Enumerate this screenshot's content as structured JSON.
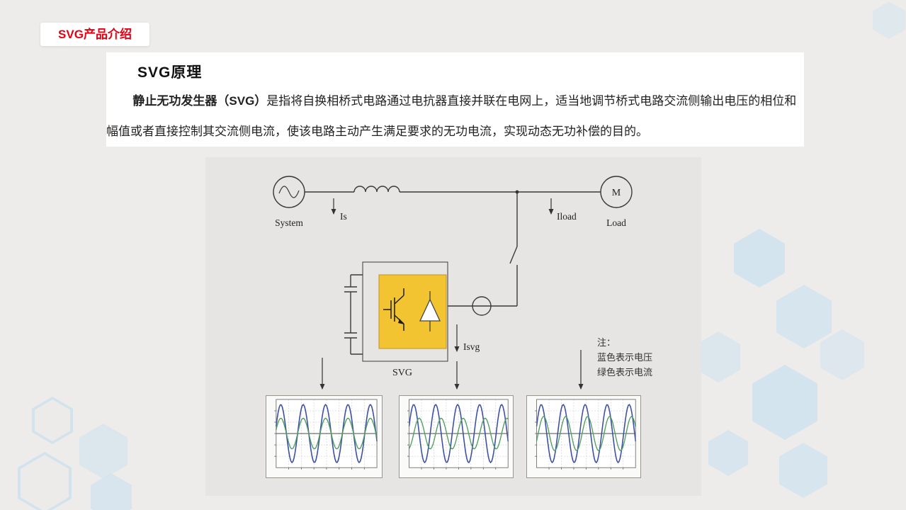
{
  "slide": {
    "corner_tag": "SVG产品介绍",
    "section_title": "SVG原理",
    "body_lead_bold": "静止无功发生器（SVG）",
    "body_rest": "是指将自换相桥式电路通过电抗器直接并联在电网上，适当地调节桥式电路交流侧输出电压的相位和幅值或者直接控制其交流侧电流，使该电路主动产生满足要求的无功电流，实现动态无功补偿的目的。"
  },
  "diagram": {
    "source_label": "System",
    "load_label": "Load",
    "load_motor_letter": "M",
    "converter_label": "SVG",
    "current_source": "Is",
    "current_load": "Iload",
    "current_svg": "Isvg",
    "note_title": "注：",
    "note_blue": "蓝色表示电压",
    "note_green": "绿色表示电流"
  },
  "theme": {
    "accent_red": "#e60012",
    "page_bg": "#edecea",
    "diagram_bg": "#e7e5e3",
    "svg_box_fill": "#f3c431",
    "svg_box_border": "#bf9522",
    "voltage_blue": "#3b4ea3",
    "current_green": "#4f9e60",
    "hex_blue": "#cfe3ef",
    "wire_color": "#3a3a3a"
  },
  "chart_data": [
    {
      "type": "line",
      "name": "Is",
      "cycles": 4.5,
      "grid": true,
      "series": [
        {
          "name": "电压",
          "color": "#3b4ea3",
          "amplitude": 0.85,
          "phase_deg": 15
        },
        {
          "name": "电流",
          "color": "#4f9e60",
          "amplitude": 0.45,
          "phase_deg": 15
        }
      ]
    },
    {
      "type": "line",
      "name": "Isvg",
      "cycles": 4.5,
      "grid": true,
      "series": [
        {
          "name": "电压",
          "color": "#3b4ea3",
          "amplitude": 0.85,
          "phase_deg": 15
        },
        {
          "name": "电流",
          "color": "#4f9e60",
          "amplitude": 0.45,
          "phase_deg": -75
        }
      ]
    },
    {
      "type": "line",
      "name": "Iload",
      "cycles": 4.5,
      "grid": true,
      "series": [
        {
          "name": "电压",
          "color": "#3b4ea3",
          "amplitude": 0.85,
          "phase_deg": 15
        },
        {
          "name": "电流",
          "color": "#4f9e60",
          "amplitude": 0.5,
          "phase_deg": -25
        }
      ]
    }
  ]
}
